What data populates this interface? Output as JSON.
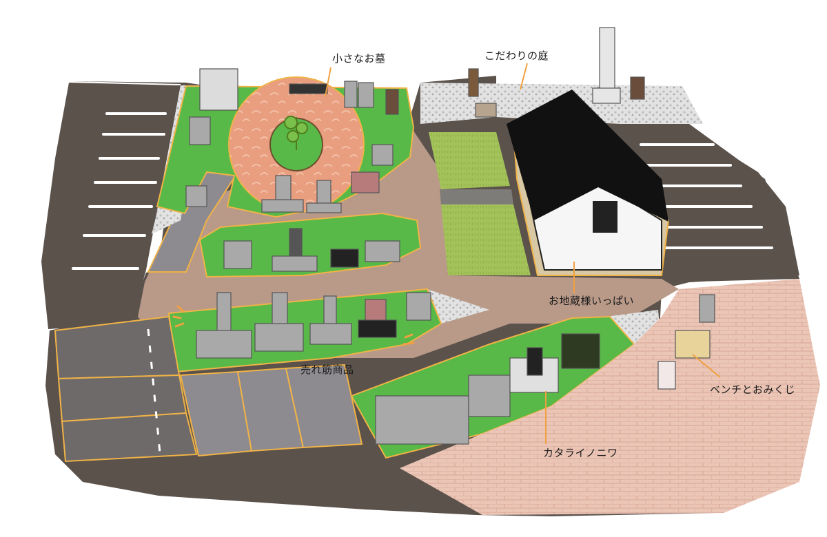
{
  "map": {
    "labels": {
      "small_graves": "小さなお墓",
      "kodawari_garden": "こだわりの庭",
      "jizo_many": "お地蔵様いっぱい",
      "best_sellers": "売れ筋商品",
      "bench_omikuji": "ベンチとおみくじ",
      "katarai_niwa": "カタライノニワ"
    },
    "colors": {
      "asphalt": "#5b524c",
      "grass": "#58b948",
      "plaza": "#e8a183",
      "path": "#b89a89",
      "hall_roof": "#111111",
      "parking_gray": "#8d8a90",
      "brick": "#e9c4b5",
      "outline_gold": "#f0b347"
    }
  }
}
